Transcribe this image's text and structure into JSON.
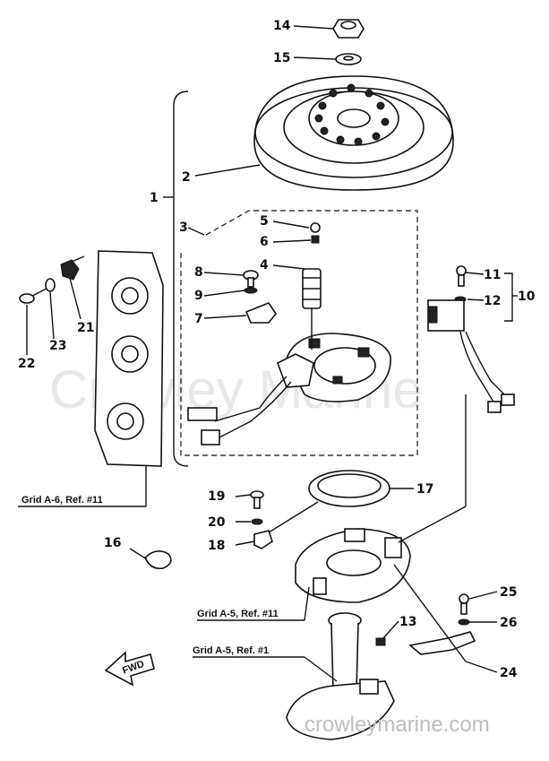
{
  "callouts": [
    "1",
    "2",
    "3",
    "4",
    "5",
    "6",
    "7",
    "8",
    "9",
    "10",
    "11",
    "12",
    "13",
    "14",
    "15",
    "16",
    "17",
    "18",
    "19",
    "20",
    "21",
    "22",
    "23",
    "24",
    "25",
    "26"
  ],
  "references": {
    "grid_a6": "Grid A-6, Ref. #11",
    "grid_a5_11": "Grid A-5, Ref. #11",
    "grid_a5_1": "Grid A-5, Ref. #1"
  },
  "fwd_label": "FWD",
  "watermark": "Crowley Marine",
  "site_url": "crowleymarine.com"
}
